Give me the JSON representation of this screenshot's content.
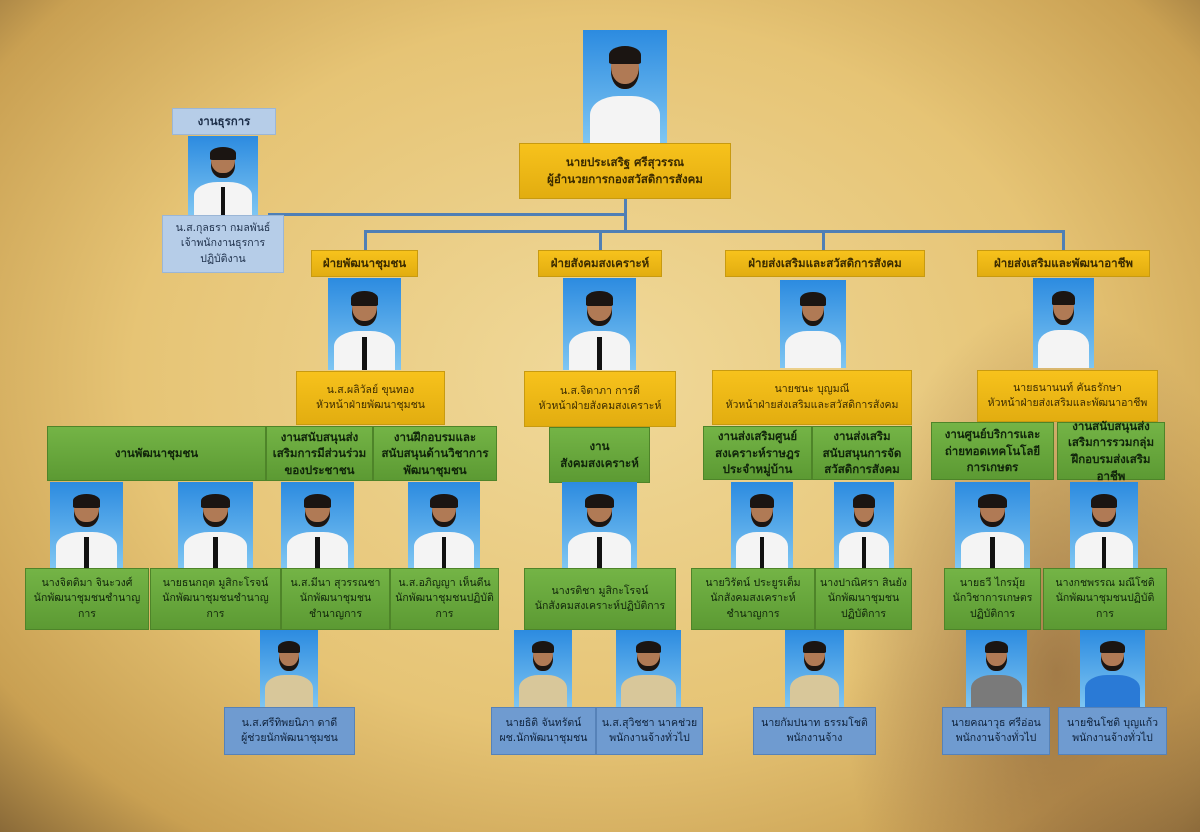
{
  "director": {
    "name": "นายประเสริฐ ศรีสุวรรณ",
    "title": "ผู้อำนวยการกองสวัสดิการสังคม"
  },
  "admin": {
    "section": "งานธุรการ",
    "name": "น.ส.กุลธรา กมลพันธ์",
    "title1": "เจ้าพนักงานธุรการ",
    "title2": "ปฏิบัติงาน"
  },
  "departments": [
    {
      "title": "ฝ่ายพัฒนาชุมชน",
      "head": {
        "name": "น.ส.ผลิวัลย์ ขุนทอง",
        "title": "หัวหน้าฝ่ายพัฒนาชุมชน"
      },
      "sections": [
        "งานพัฒนาชุมชน",
        "งานสนับสนุนส่งเสริมการมีส่วนร่วมของประชาชน",
        "งานฝึกอบรมและสนับสนุนด้านวิชาการพัฒนาชุมชน"
      ],
      "staff": [
        {
          "name": "นางจิตติมา จินะวงศ์",
          "title": "นักพัฒนาชุมชนชำนาญการ"
        },
        {
          "name": "นายธนกฤต มูสิกะโรจน์",
          "title": "นักพัฒนาชุมชนชำนาญการ"
        },
        {
          "name": "น.ส.มีนา สุวรรณชา",
          "title": "นักพัฒนาชุมชนชำนาญการ"
        },
        {
          "name": "น.ส.อภิญญา เห็นดีน",
          "title": "นักพัฒนาชุมชนปฏิบัติการ"
        }
      ],
      "assistants": [
        {
          "name": "น.ส.ศรีทิพยนิภา ดาดี",
          "title": "ผู้ช่วยนักพัฒนาชุมชน"
        }
      ]
    },
    {
      "title": "ฝ่ายสังคมสงเคราะห์",
      "head": {
        "name": "น.ส.จิดาภา การดี",
        "title": "หัวหน้าฝ่ายสังคมสงเคราะห์"
      },
      "sections": [
        "งานสังคมสงเคราะห์"
      ],
      "staff": [
        {
          "name": "นางรติชา มูสิกะโรจน์",
          "title": "นักสังคมสงเคราะห์ปฏิบัติการ"
        }
      ],
      "assistants": [
        {
          "name": "นายธิติ จันทรัตน์",
          "title": "ผช.นักพัฒนาชุมชน"
        },
        {
          "name": "น.ส.สุวิชชา นาคช่วย",
          "title": "พนักงานจ้างทั่วไป"
        }
      ]
    },
    {
      "title": "ฝ่ายส่งเสริมและสวัสดิการสังคม",
      "head": {
        "name": "นายชนะ บุญมณี",
        "title": "หัวหน้าฝ่ายส่งเสริมและสวัสดิการสังคม"
      },
      "sections": [
        "งานส่งเสริมศูนย์สงเคราะห์ราษฎรประจำหมู่บ้าน",
        "งานส่งเสริมสนับสนุนการจัดสวัสดิการสังคม"
      ],
      "staff": [
        {
          "name": "นายวิรัตน์ ประยูรเต็ม",
          "title": "นักสังคมสงเคราะห์ชำนาญการ"
        },
        {
          "name": "นางปาณิศรา สินยัง",
          "title": "นักพัฒนาชุมชนปฏิบัติการ"
        }
      ],
      "assistants": [
        {
          "name": "นายกัมปนาท ธรรมโชติ",
          "title": "พนักงานจ้าง"
        }
      ]
    },
    {
      "title": "ฝ่ายส่งเสริมและพัฒนาอาชีพ",
      "head": {
        "name": "นายธนานนท์ คันธรักษา",
        "title": "หัวหน้าฝ่ายส่งเสริมและพัฒนาอาชีพ"
      },
      "sections": [
        "งานศูนย์บริการและถ่ายทอดเทคโนโลยีการเกษตร",
        "งานสนับสนุนส่งเสริมการรวมกลุ่มฝึกอบรมส่งเสริมอาชีพ"
      ],
      "staff": [
        {
          "name": "นายธวี ไกรมุ้ย",
          "title": "นักวิชาการเกษตรปฏิบัติการ"
        },
        {
          "name": "นางกชพรรณ มณีโชติ",
          "title": "นักพัฒนาชุมชนปฏิบัติการ"
        }
      ],
      "assistants": [
        {
          "name": "นายคณาวุธ ศรีอ่อน",
          "title": "พนักงานจ้างทั่วไป"
        },
        {
          "name": "นายชินโชติ บุญแก้ว",
          "title": "พนักงานจ้างทั่วไป"
        }
      ]
    }
  ]
}
